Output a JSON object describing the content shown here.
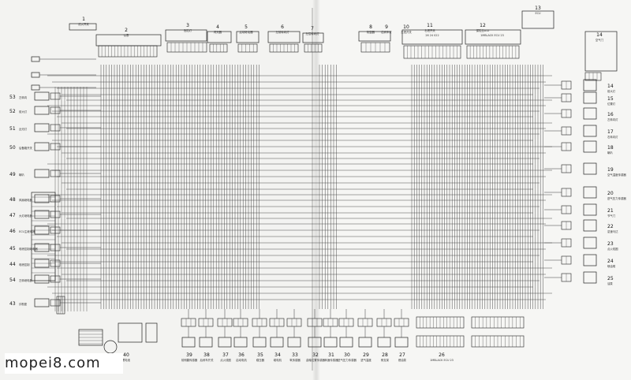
{
  "watermark": "mopei8.com",
  "colors": {
    "wire": "#3a3a3a",
    "box": "#222222",
    "paper": "#f4f4f2"
  },
  "components_top": [
    {
      "num": "1",
      "label": "熄火开关"
    },
    {
      "num": "2",
      "label": "仪表"
    },
    {
      "num": "3",
      "label": "危险灯"
    },
    {
      "num": "4",
      "label": "闪光器"
    },
    {
      "num": "5",
      "label": "启动继电器"
    },
    {
      "num": "6",
      "label": "左前转向灯"
    },
    {
      "num": "7",
      "label": "左后转向灯"
    },
    {
      "num": "8",
      "label": "防盗器"
    },
    {
      "num": "9",
      "label": "后刹车灯"
    },
    {
      "num": "10",
      "label": "左把开关"
    },
    {
      "num": "11",
      "label": "右把开关"
    },
    {
      "num": "12",
      "label": "保险丝A12"
    },
    {
      "num": "13",
      "label": "ECU"
    },
    {
      "num": "14",
      "label": "空气门"
    }
  ],
  "ecu_labels": [
    "26 24 022",
    "1MBLACK ECU  23"
  ],
  "right_components": [
    {
      "num": "14",
      "label": "前大灯"
    },
    {
      "num": "15",
      "label": "位置灯"
    },
    {
      "num": "16",
      "label": "左转向灯"
    },
    {
      "num": "17",
      "label": "右转向灯"
    },
    {
      "num": "18",
      "label": "喇叭"
    },
    {
      "num": "19",
      "label": "空气温度传感器"
    },
    {
      "num": "20",
      "label": "进气压力传感器"
    },
    {
      "num": "21",
      "label": "节气门"
    },
    {
      "num": "22",
      "label": "怠速马达"
    },
    {
      "num": "23",
      "label": "点火线圈"
    },
    {
      "num": "24",
      "label": "喷油嘴"
    },
    {
      "num": "25",
      "label": "油泵"
    }
  ],
  "left_components": [
    {
      "num": "53",
      "label": "左转向"
    },
    {
      "num": "52",
      "label": "前大灯"
    },
    {
      "num": "51",
      "label": "近光灯"
    },
    {
      "num": "50",
      "label": "后备箱开关"
    },
    {
      "num": "49",
      "label": "喇叭"
    },
    {
      "num": "48",
      "label": "风扇继电器"
    },
    {
      "num": "47",
      "label": "大灯继电器"
    },
    {
      "num": "46",
      "label": "ECU主继电器"
    },
    {
      "num": "45",
      "label": "电喷控制继电器"
    },
    {
      "num": "44",
      "label": "电喷控制"
    },
    {
      "num": "54",
      "label": "左转继电器"
    },
    {
      "num": "43",
      "label": "诊断座"
    }
  ],
  "bottom_components": [
    {
      "num": "40",
      "label": "蓄电池"
    },
    {
      "num": "39",
      "label": "前侧翻传感器"
    },
    {
      "num": "38",
      "label": "后刹车开关"
    },
    {
      "num": "37",
      "label": "点火线圈"
    },
    {
      "num": "36",
      "label": "启动电机"
    },
    {
      "num": "35",
      "label": "稳压器"
    },
    {
      "num": "34",
      "label": "磁电机"
    },
    {
      "num": "33",
      "label": "氧传感器"
    },
    {
      "num": "32",
      "label": "曲轴位置传感器"
    },
    {
      "num": "31",
      "label": "转速传感器"
    },
    {
      "num": "30",
      "label": "进气压力传感器"
    },
    {
      "num": "29",
      "label": "进气温度"
    },
    {
      "num": "28",
      "label": "侧支架"
    },
    {
      "num": "27",
      "label": "燃油泵"
    },
    {
      "num": "26",
      "label": "1MBLACK ECU  23"
    }
  ]
}
